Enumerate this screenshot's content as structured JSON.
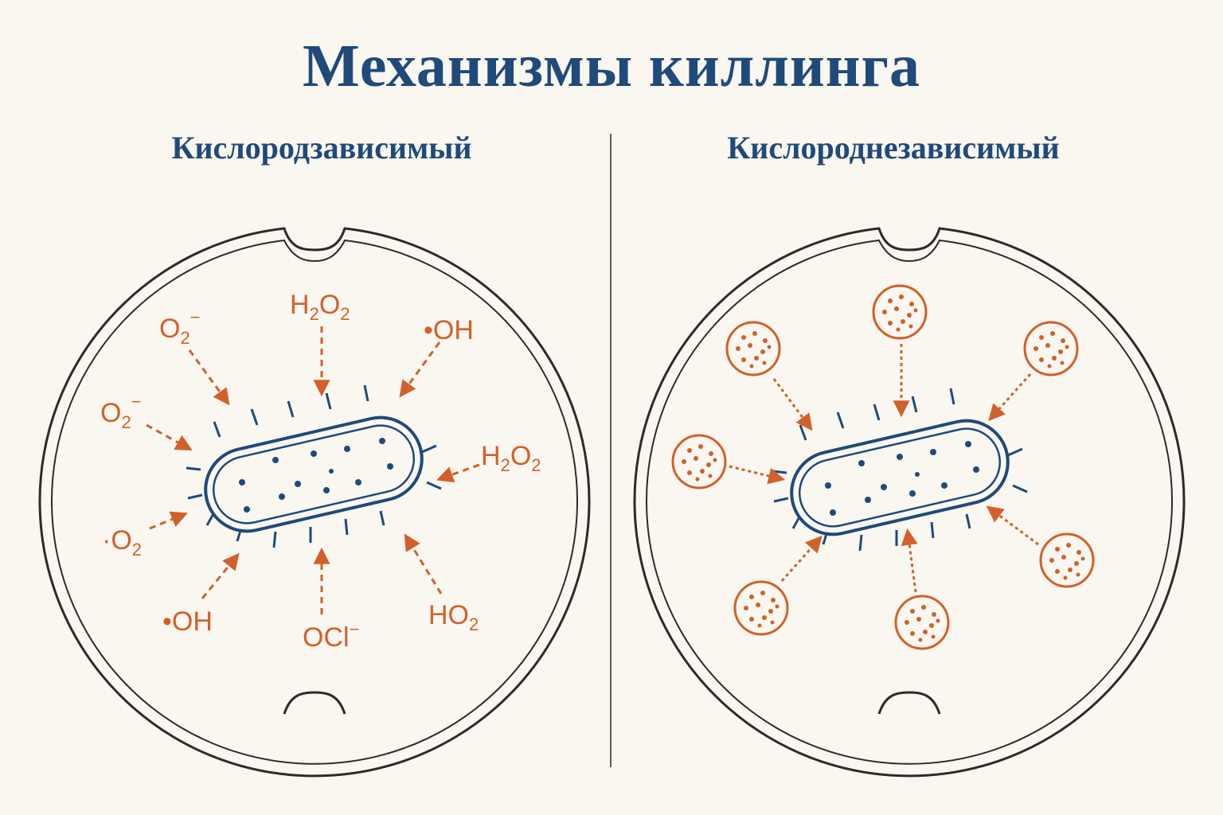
{
  "title": "Механизмы киллинга",
  "panels": {
    "left": {
      "heading": "Кислородзависимый"
    },
    "right": {
      "heading": "Кислороднезависимый"
    }
  },
  "colors": {
    "blue": "#1f4a7a",
    "orange": "#d2602a",
    "cell": "#2b2b2b",
    "background": "#faf7f0"
  },
  "left_labels": [
    {
      "id": "o2-top-left",
      "base": "O",
      "sub": "2",
      "sup": "−"
    },
    {
      "id": "h2o2-top",
      "base": "H",
      "sub": "2",
      "mid": "O",
      "sub2": "2"
    },
    {
      "id": "oh-top-right",
      "base": "•OH"
    },
    {
      "id": "o2-left",
      "base": "O",
      "sub": "2",
      "sup": "−"
    },
    {
      "id": "h2o2-right",
      "base": "H",
      "sub": "2",
      "mid": "O",
      "sub2": "2"
    },
    {
      "id": "o2-bottom-left",
      "base": "·O",
      "sub": "2"
    },
    {
      "id": "oh-bottom-left",
      "base": "•OH"
    },
    {
      "id": "ocl-bottom",
      "base": "OCl",
      "sup": "−"
    },
    {
      "id": "ho2-bottom-right",
      "base": "HO",
      "sub": "2"
    }
  ]
}
